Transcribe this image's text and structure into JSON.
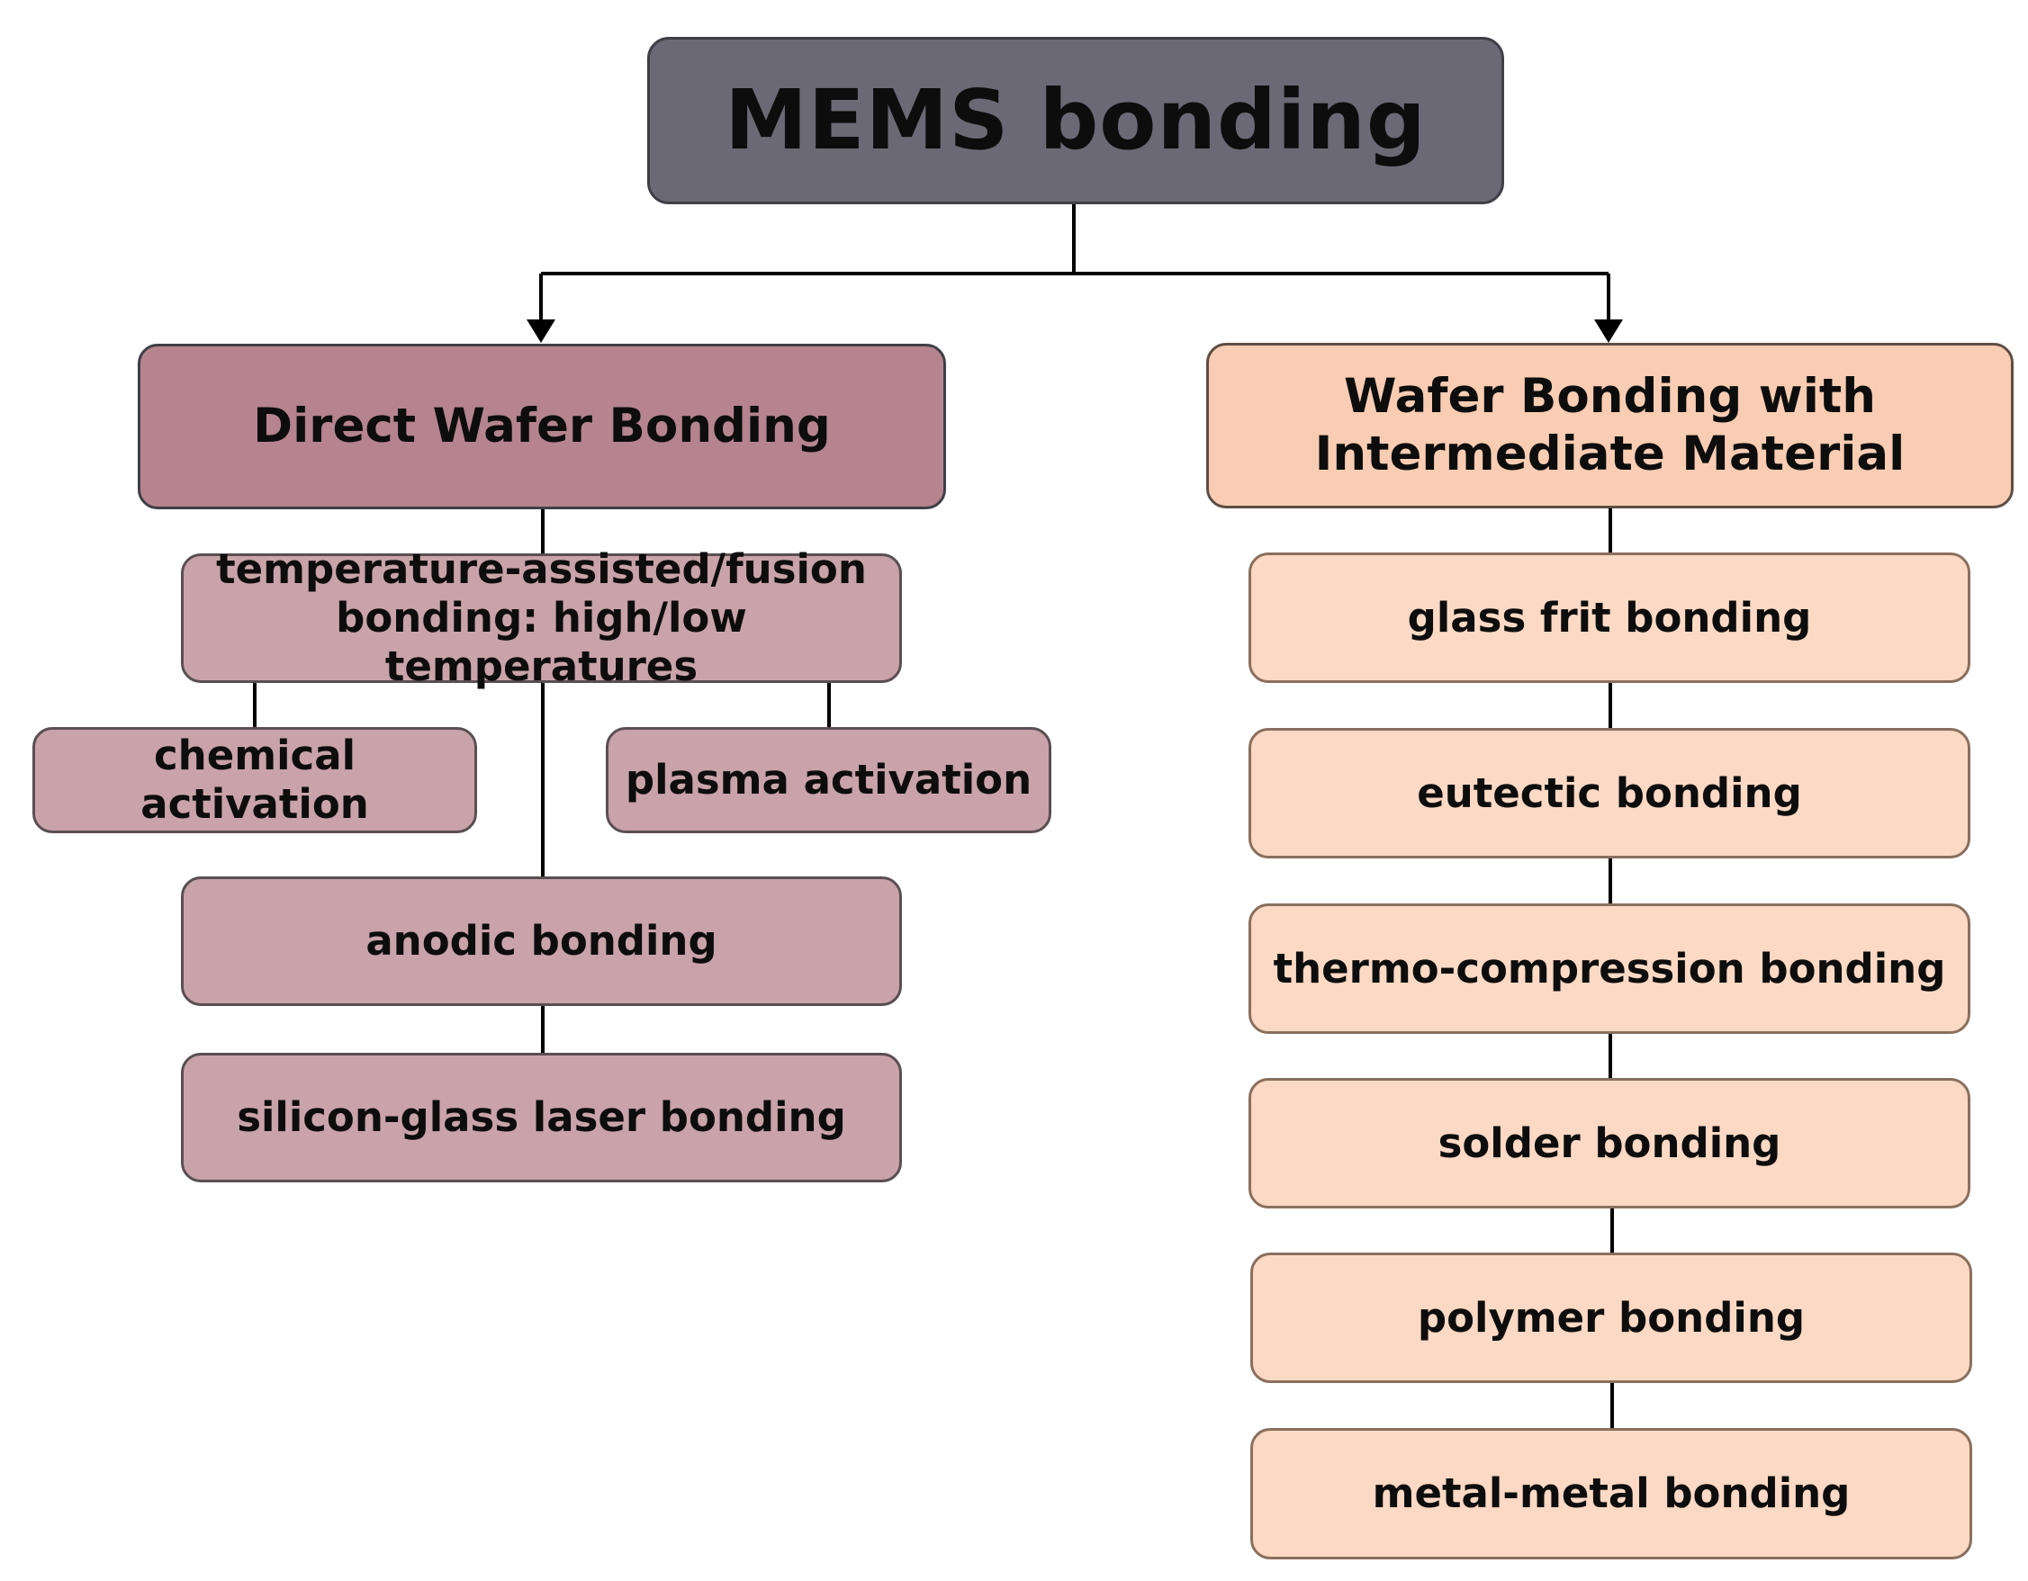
{
  "root": {
    "label": "MEMS bonding",
    "color": "#6b6975"
  },
  "left_branch": {
    "label": "Direct Wafer Bonding",
    "color": "#b5848f",
    "children_color": "#c9a3a9",
    "fusion": "temperature-assisted/fusion bonding: high/low temperatures",
    "chemical": "chemical activation",
    "plasma": "plasma activation",
    "anodic": "anodic bonding",
    "laser": "silicon-glass laser bonding"
  },
  "right_branch": {
    "label": "Wafer Bonding with Intermediate Material",
    "color": "#f9cdb3",
    "children_color": "#fcd9c4",
    "items": [
      "glass frit bonding",
      "eutectic bonding",
      "thermo-compression bonding",
      "solder bonding",
      "polymer bonding",
      "metal-metal bonding"
    ]
  }
}
